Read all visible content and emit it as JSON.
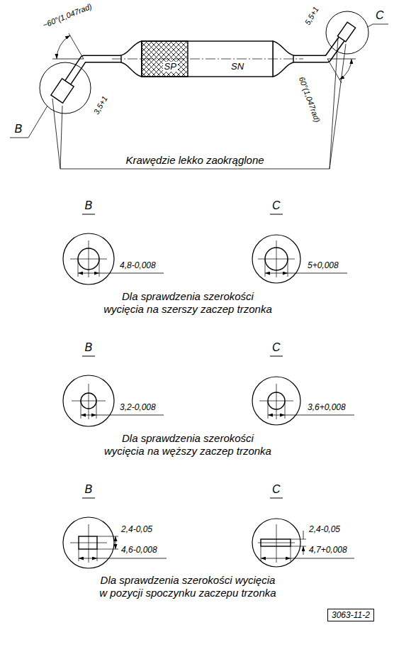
{
  "diagram": {
    "nodes": [
      {
        "text": [
          "3063-11-2"
        ]
      }
    ],
    "labels": [
      "~60°(1,047rad)",
      "5,5+1",
      "C",
      "B",
      "SP",
      "SN",
      "3,5+1",
      "60°(1,047rad)",
      "Krawędzie lekko zaokrąglone",
      "B",
      "C",
      "4,8-0,008",
      "5+0,008",
      "Dla sprawdzenia szerokości wycięcia na szerszy zaczep trzonka",
      "B",
      "C",
      "3,2-0,008",
      "3,6+0,008",
      "Dla sprawdzenia szerokości wycięcia na węższy zaczep trzonka",
      "B",
      "C",
      "2,4-0,05",
      "4,6-0,008",
      "2,4-0,05",
      "4,7+0,008",
      "Dla sprawdzenia szerokości wycięcia w pozycji spoczynku zaczepu trzonka"
    ]
  }
}
